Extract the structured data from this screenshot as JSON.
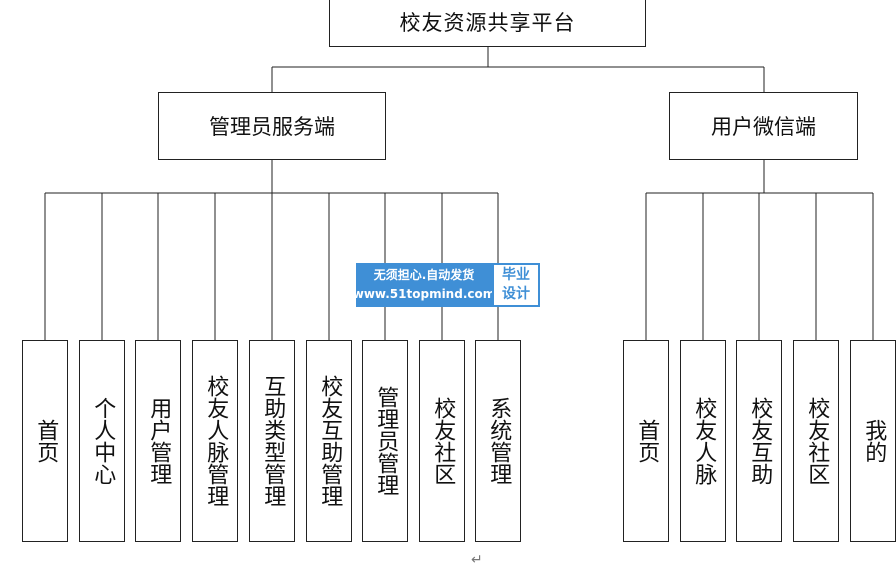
{
  "root": {
    "label": "校友资源共享平台"
  },
  "admin": {
    "label": "管理员服务端",
    "modules": [
      "首页",
      "个人中心",
      "用户管理",
      "校友人脉管理",
      "互助类型管理",
      "校友互助管理",
      "管理员管理",
      "校友社区",
      "系统管理"
    ]
  },
  "user": {
    "label": "用户微信端",
    "modules": [
      "首页",
      "校友人脉",
      "校友互助",
      "校友社区",
      "我的"
    ]
  },
  "watermark": {
    "line1": "无须担心.自动发货",
    "line2": "www.51topmind.com",
    "badge_line1": "毕业",
    "badge_line2": "设计",
    "color": "#3f8fd6"
  },
  "paragraph_mark": "↵"
}
